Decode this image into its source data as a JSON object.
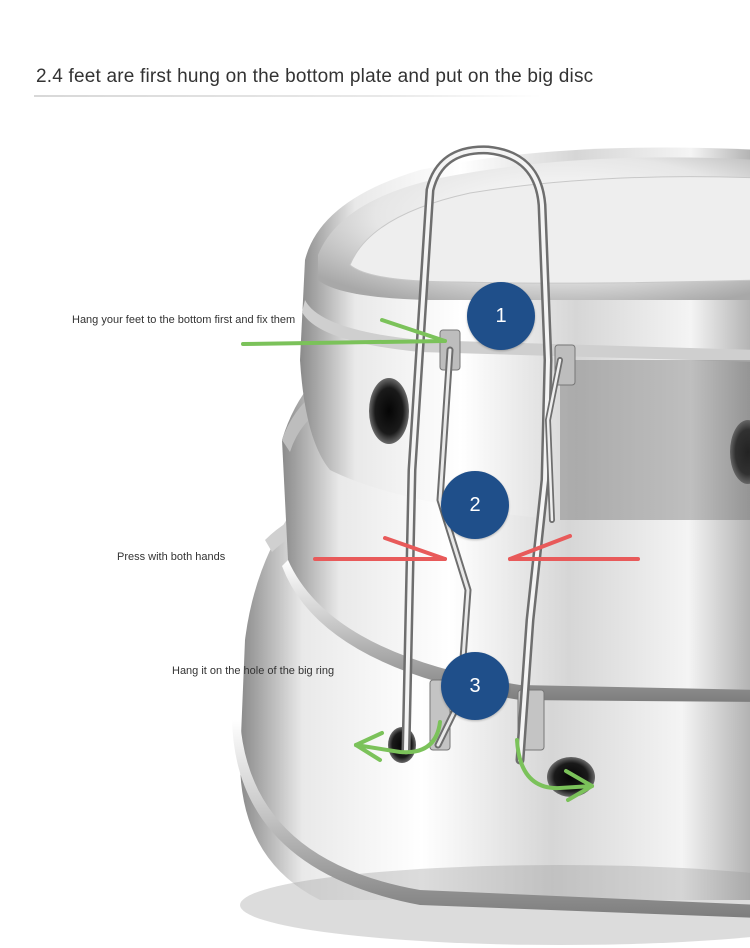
{
  "heading": "2.4 feet are first hung on the bottom plate and put on the big disc",
  "steps": [
    {
      "number": "1",
      "caption": "Hang your feet to the bottom first and fix them"
    },
    {
      "number": "2",
      "caption": "Press with both hands"
    },
    {
      "number": "3",
      "caption": "Hang it on the hole of the big ring"
    }
  ],
  "colors": {
    "badge": "#1f4f8a",
    "arrow_fix": "#7bc25a",
    "arrow_press": "#e85a5a",
    "steel_light": "#f2f2f2",
    "steel_dark": "#6e6e6e"
  }
}
